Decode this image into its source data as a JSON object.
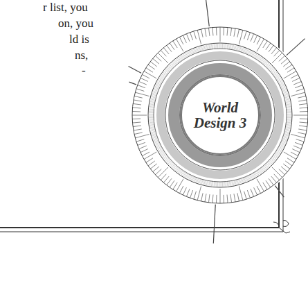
{
  "diagram": {
    "nodes": [
      {
        "text": [
          "World Design 3"
        ]
      }
    ],
    "labels": [
      "r list, you",
      "on, you",
      "ld is",
      "ns,",
      "-"
    ]
  }
}
